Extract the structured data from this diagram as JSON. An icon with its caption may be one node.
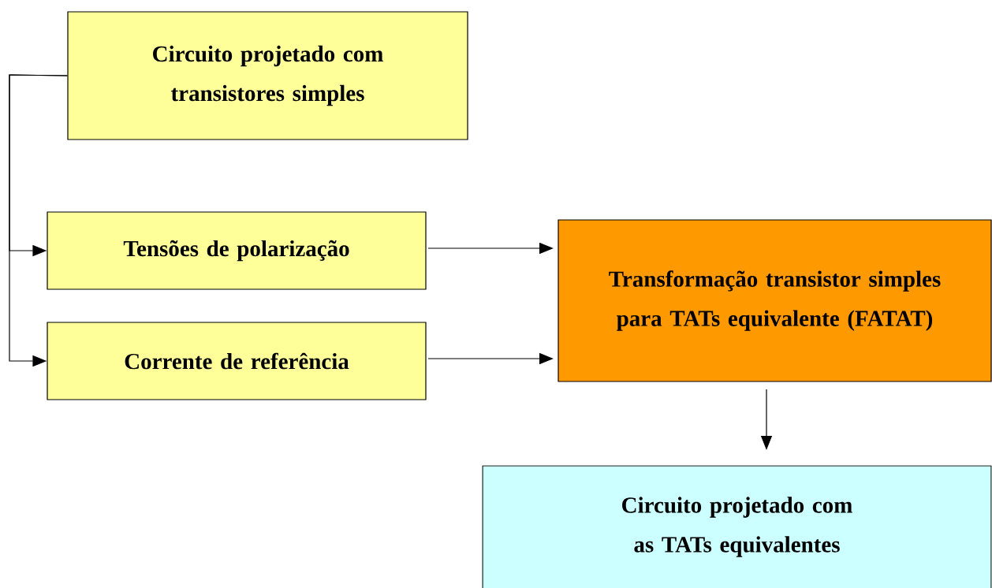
{
  "diagram": {
    "nodes": [
      {
        "text": [
          "Circuito projetado com transistores simples"
        ]
      },
      {
        "text": [
          "Tensões de polarização"
        ]
      },
      {
        "text": [
          "Corrente de referência"
        ]
      },
      {
        "text": [
          "Transformação transistor simples para TATs equivalente (FATAT)"
        ]
      },
      {
        "text": [
          "Circuito projetado com as TATs equivalentes"
        ]
      }
    ],
    "edges": [
      {
        "from": 0,
        "to": 1,
        "arrow": "to"
      },
      {
        "from": 0,
        "to": 2,
        "arrow": "to"
      },
      {
        "from": 1,
        "to": 3,
        "arrow": "to"
      },
      {
        "from": 2,
        "to": 3,
        "arrow": "to"
      },
      {
        "from": 3,
        "to": 4,
        "arrow": "to"
      }
    ]
  }
}
